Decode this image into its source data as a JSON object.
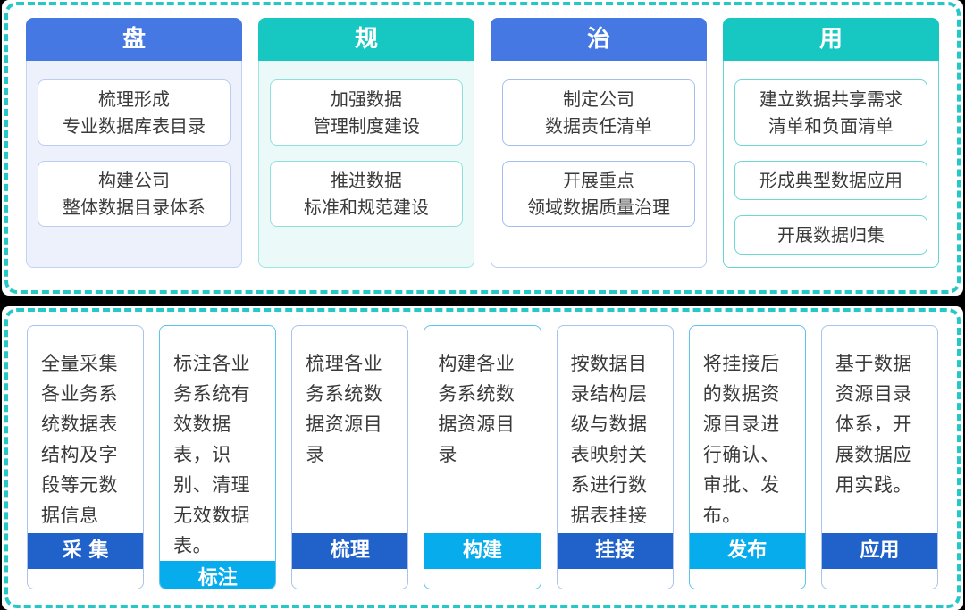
{
  "colors": {
    "dashed_border_teal": "#25C7C7",
    "header_blue": "#4678E3",
    "header_teal": "#17C7C1",
    "step_footer_dark_blue": "#2062C9",
    "step_footer_azure": "#06ACEC",
    "divider_black": "#000000",
    "text_dark": "#3a3a3a"
  },
  "top_section": {
    "cards": [
      {
        "title": "盘",
        "header_color": "#4678E3",
        "body_bg": "#EDF1FB",
        "border_color": "#C3D2F4",
        "item_border_color": "#BCCDF2",
        "items": [
          "梳理形成\n专业数据库表目录",
          "构建公司\n整体数据目录体系"
        ]
      },
      {
        "title": "规",
        "header_color": "#17C7C1",
        "body_bg": "#EBFAF8",
        "border_color": "#9FE5E0",
        "item_border_color": "#8FE0DB",
        "items": [
          "加强数据\n管理制度建设",
          "推进数据\n标准和规范建设"
        ]
      },
      {
        "title": "治",
        "header_color": "#4678E3",
        "body_bg": "#FFFFFF",
        "border_color": "#B9CDF0",
        "item_border_color": "#A3BEEE",
        "items": [
          "制定公司\n数据责任清单",
          "开展重点\n领域数据质量治理"
        ]
      },
      {
        "title": "用",
        "header_color": "#17C7C1",
        "body_bg": "#FFFFFF",
        "border_color": "#63D6D0",
        "item_border_color": "#6BD8D2",
        "items": [
          "建立数据共享需求\n清单和负面清单",
          "形成典型数据应用",
          "开展数据归集"
        ]
      }
    ]
  },
  "bottom_section": {
    "steps": [
      {
        "label": "采 集",
        "desc": "全量采集各业务系统数据表结构及字段等元数据信息",
        "label_color": "#2062C9",
        "border_color": "#A9C3EE"
      },
      {
        "label": "标注",
        "desc": "标注各业务系统有效数据表，识别、清理无效数据表。",
        "label_color": "#06ACEC",
        "border_color": "#5BC4EE"
      },
      {
        "label": "梳理",
        "desc": "梳理各业务系统数据资源目录",
        "label_color": "#2062C9",
        "border_color": "#A9C3EE"
      },
      {
        "label": "构建",
        "desc": "构建各业务系统数据资源目录",
        "label_color": "#06ACEC",
        "border_color": "#5BC4EE"
      },
      {
        "label": "挂接",
        "desc": "按数据目录结构层级与数据表映射关系进行数据表挂接",
        "label_color": "#2062C9",
        "border_color": "#A9C3EE"
      },
      {
        "label": "发布",
        "desc": "将挂接后的数据资源目录进行确认、审批、发布。",
        "label_color": "#06ACEC",
        "border_color": "#5BC4EE"
      },
      {
        "label": "应用",
        "desc": "基于数据资源目录体系，开展数据应用实践。",
        "label_color": "#2062C9",
        "border_color": "#A9C3EE"
      }
    ]
  }
}
